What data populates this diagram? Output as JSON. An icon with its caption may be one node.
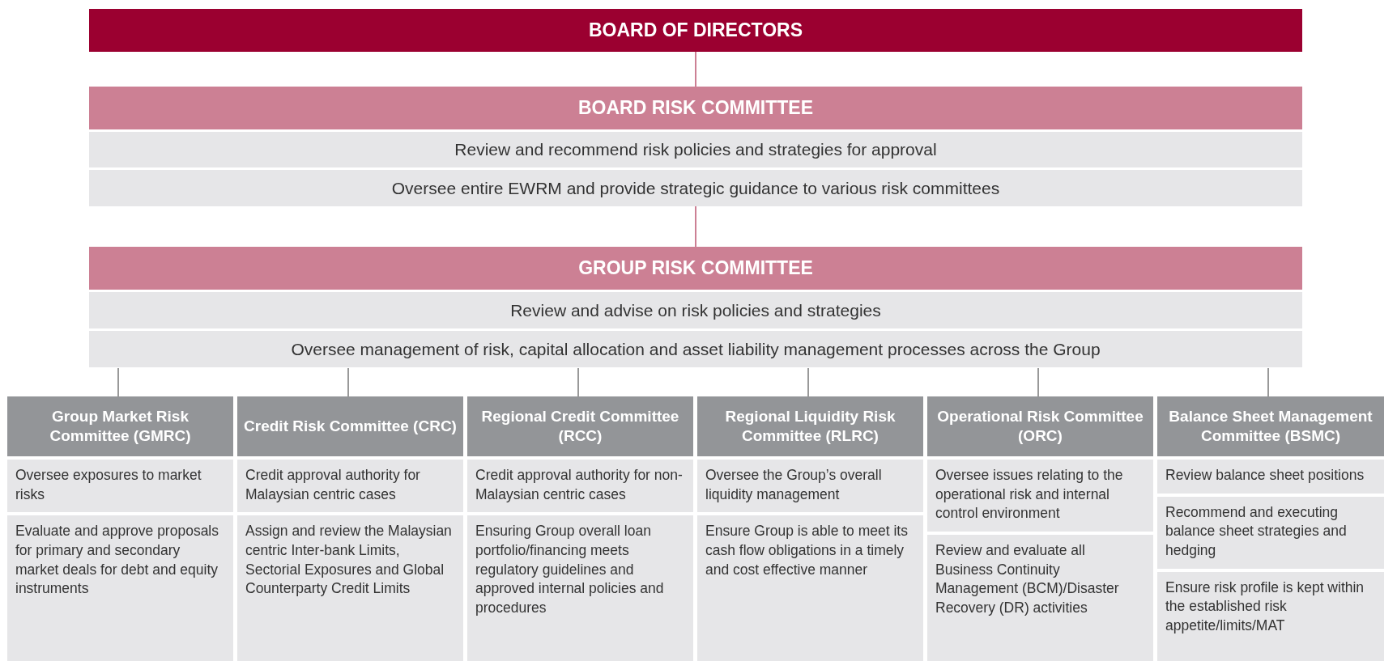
{
  "diagram": {
    "nodes": [
      {
        "text": [
          "BOARD OF DIRECTORS"
        ]
      },
      {
        "text": [
          "BOARD RISK COMMITTEE",
          "Review and recommend risk policies and strategies for approval",
          "Oversee entire EWRM and provide strategic guidance to various risk committees"
        ]
      },
      {
        "text": [
          "GROUP RISK COMMITTEE",
          "Review and advise on risk policies and strategies",
          "Oversee management of risk, capital allocation and asset liability management processes across the Group"
        ]
      },
      {
        "text": [
          "Group Market Risk Committee (GMRC)",
          "Oversee exposures to market risks",
          "Evaluate and approve proposals for primary and secondary market deals for debt and equity instruments"
        ]
      },
      {
        "text": [
          "Credit Risk Committee (CRC)",
          "Credit approval authority for Malaysian centric cases",
          "Assign and review the Malaysian centric Inter-bank Limits, Sectorial Exposures and Global Counterparty Credit Limits"
        ]
      },
      {
        "text": [
          "Regional Credit Committee (RCC)",
          "Credit approval authority for non-Malaysian centric cases",
          "Ensuring Group overall loan portfolio/financing meets regulatory guidelines and approved internal policies and procedures"
        ]
      },
      {
        "text": [
          "Regional Liquidity Risk Committee (RLRC)",
          "Oversee the Group’s overall liquidity management",
          "Ensure Group is able to meet its cash flow obligations in a timely and cost effective manner"
        ]
      },
      {
        "text": [
          "Operational Risk Committee (ORC)",
          "Oversee issues relating to the operational risk and internal control environment",
          "Review and evaluate all Business Continuity Management (BCM)/Disaster Recovery (DR) activities"
        ]
      },
      {
        "text": [
          "Balance Sheet Management Committee (BSMC)",
          "Review balance sheet positions",
          "Recommend and executing balance sheet strategies and hedging",
          "Ensure risk profile is kept within the established risk appetite/limits/MAT"
        ]
      }
    ],
    "edges": [
      {
        "from": 0,
        "to": 1,
        "arrow": "none",
        "color": "#cc8094"
      },
      {
        "from": 1,
        "to": 2,
        "arrow": "none",
        "color": "#cc8094"
      },
      {
        "from": 2,
        "to": 3,
        "arrow": "none"
      },
      {
        "from": 2,
        "to": 4,
        "arrow": "none"
      },
      {
        "from": 2,
        "to": 5,
        "arrow": "none"
      },
      {
        "from": 2,
        "to": 6,
        "arrow": "none"
      },
      {
        "from": 2,
        "to": 7,
        "arrow": "none"
      },
      {
        "from": 2,
        "to": 8,
        "arrow": "none"
      }
    ]
  }
}
